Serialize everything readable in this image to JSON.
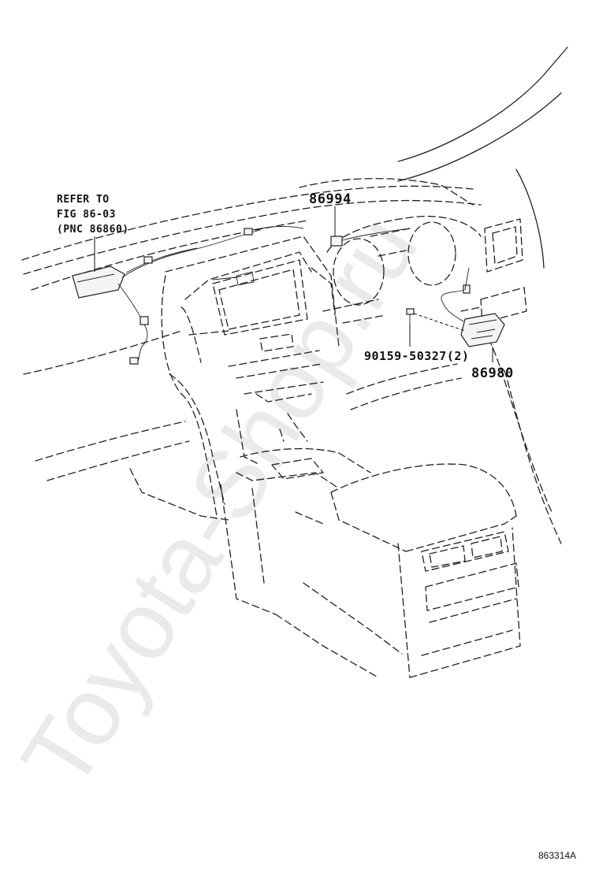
{
  "callouts": {
    "refer_line1": "REFER TO",
    "refer_line2": "FIG 86-03",
    "refer_line3": "(PNC 86860)",
    "part_86994": "86994",
    "part_bolt": "90159-50327(2)",
    "part_86980": "86980"
  },
  "drawing_code": "863314A",
  "watermark": "Toyota-Shop.ru"
}
